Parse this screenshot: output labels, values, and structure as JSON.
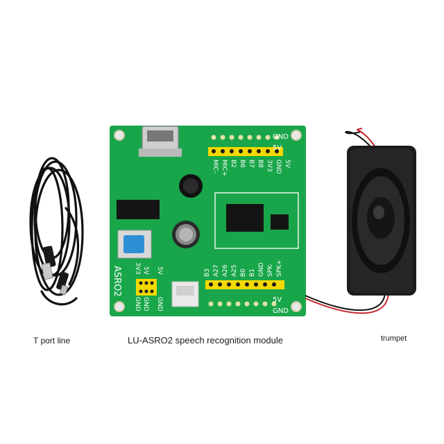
{
  "captions": {
    "cable": "T port line",
    "module": "LU-ASRO2 speech recognition module",
    "speaker": "trumpet"
  },
  "board": {
    "name": "ASRO2",
    "top_header_labels": [
      "GND",
      "5V"
    ],
    "top_pin_labels": [
      "MIC-",
      "MIC+",
      "B2",
      "B6",
      "B7",
      "B8",
      "3V3",
      "GND",
      "5V"
    ],
    "bottom_pin_labels": [
      "B3",
      "A27",
      "A26",
      "A25",
      "B0",
      "B1",
      "GND",
      "SPK-",
      "SPK+"
    ],
    "bottom_header_labels": [
      "5V",
      "GND"
    ],
    "power_labels": [
      "3V3",
      "5V",
      "5V"
    ],
    "ground_labels": [
      "GND",
      "GND",
      "GND"
    ]
  },
  "colors": {
    "pcb": "#19a64a",
    "header": "#f5d800",
    "cable": "#111111",
    "speaker": "#1c1c1c",
    "wire_red": "#c8242b"
  }
}
